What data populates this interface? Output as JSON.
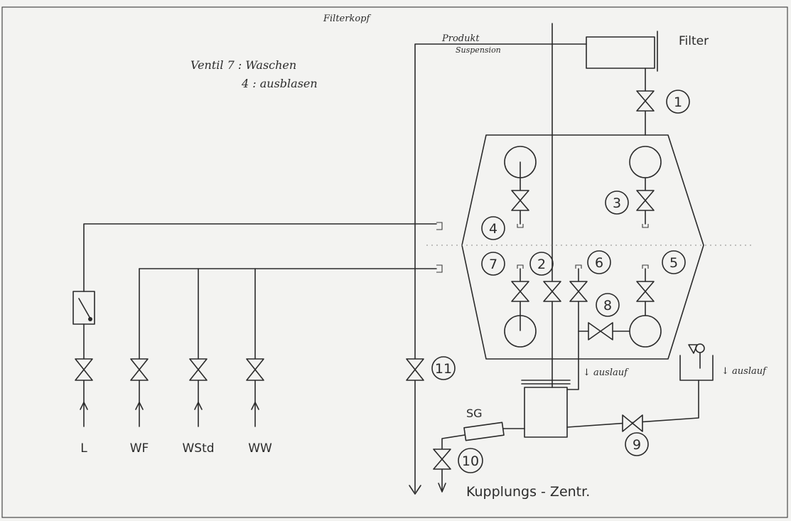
{
  "notes": {
    "filterkopf": "Filterkopf",
    "ventil_line1": "Ventil 7 : Waschen",
    "ventil_line2": "4 : ausblasen",
    "produkt": "Produkt",
    "suspension": "Suspension",
    "filter": "Filter",
    "auslauf_1": "↓ auslauf",
    "auslauf_2": "↓ auslauf",
    "sg": "SG",
    "kupplungs": "Kupplungs - Zentr."
  },
  "inlets": [
    "L",
    "WF",
    "WStd",
    "WW"
  ],
  "valves": [
    "1",
    "2",
    "3",
    "4",
    "5",
    "6",
    "7",
    "8",
    "9",
    "10",
    "11"
  ]
}
